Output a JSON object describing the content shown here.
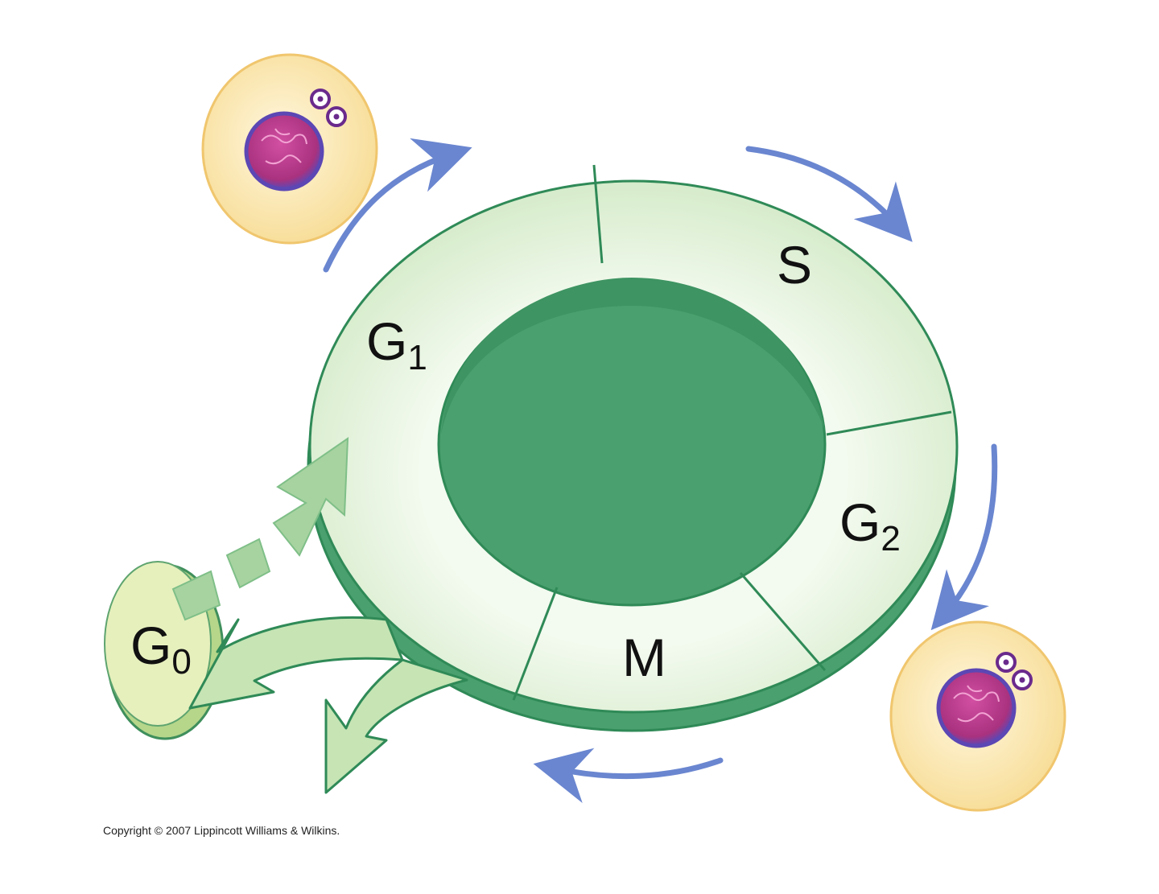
{
  "phases": {
    "g1": {
      "main": "G",
      "sub": "1"
    },
    "s": {
      "main": "S"
    },
    "g2": {
      "main": "G",
      "sub": "2"
    },
    "m": {
      "main": "M"
    },
    "g0": {
      "main": "G",
      "sub": "0"
    }
  },
  "copyright": "Copyright © 2007 Lippincott Williams & Wilkins.",
  "colors": {
    "ring_fill": "#dcefd0",
    "ring_edge": "#2f8a57",
    "ring_side": "#4aa06e",
    "blue_arrow": "#6a86d0",
    "cell_fill": "#fbe9b3",
    "cell_edge": "#f0c66e",
    "nucleus": "#b8378f",
    "centriole": "#6a2a8c",
    "g0_fill": "#e6f0bd"
  },
  "icons": {
    "cell_top": "cell-icon",
    "cell_bottom": "cell-icon",
    "centrioles": "centriole-pair-icon"
  }
}
